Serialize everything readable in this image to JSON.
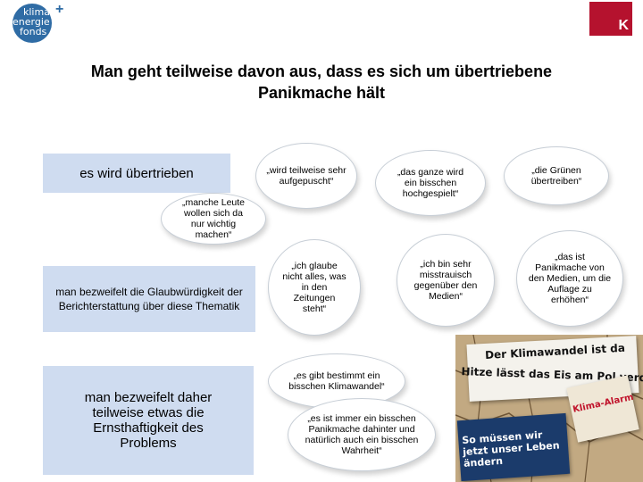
{
  "header": {
    "logo_left_lines": [
      "klima",
      "energie",
      "fonds"
    ],
    "logo_left_plus": "+",
    "logo_right_letter": "K"
  },
  "title": {
    "line1": "Man geht teilweise davon aus, dass es sich um übertriebene",
    "line2": "Panikmache hält"
  },
  "categories": [
    "es wird übertrieben",
    "man bezweifelt die Glaubwürdigkeit der Berichterstattung über diese Thematik",
    "man bezweifelt daher teilweise etwas die Ernsthaftigkeit des Problems"
  ],
  "quotes": [
    "„wird teilweise sehr aufgepuscht“",
    "„das ganze wird ein bisschen hochgespielt“",
    "„die Grünen übertreiben“",
    "„manche Leute wollen sich da nur wichtig machen“",
    "„ich glaube nicht alles, was in den Zeitungen steht“",
    "„ich bin sehr misstrauisch gegenüber den Medien“",
    "„das ist Panikmache von den Medien, um die Auflage zu erhöhen“",
    "„es gibt bestimmt ein bisschen Klimawandel“",
    "„es ist immer ein bisschen Panikmache dahinter und natürlich auch ein bisschen Wahrheit“"
  ],
  "collage": {
    "headline1": "Der Klimawandel ist da",
    "headline2": "Hitze lässt das Eis am Pol verdampfen",
    "headline3": "Klima-Alarm",
    "headline4": "So müssen wir jetzt unser Leben ändern"
  },
  "colors": {
    "label_fill": "#cfdcf0",
    "cloud_border": "#c7ced6",
    "logo_blue": "#2f6ca5",
    "logo_red": "#b5122e"
  }
}
